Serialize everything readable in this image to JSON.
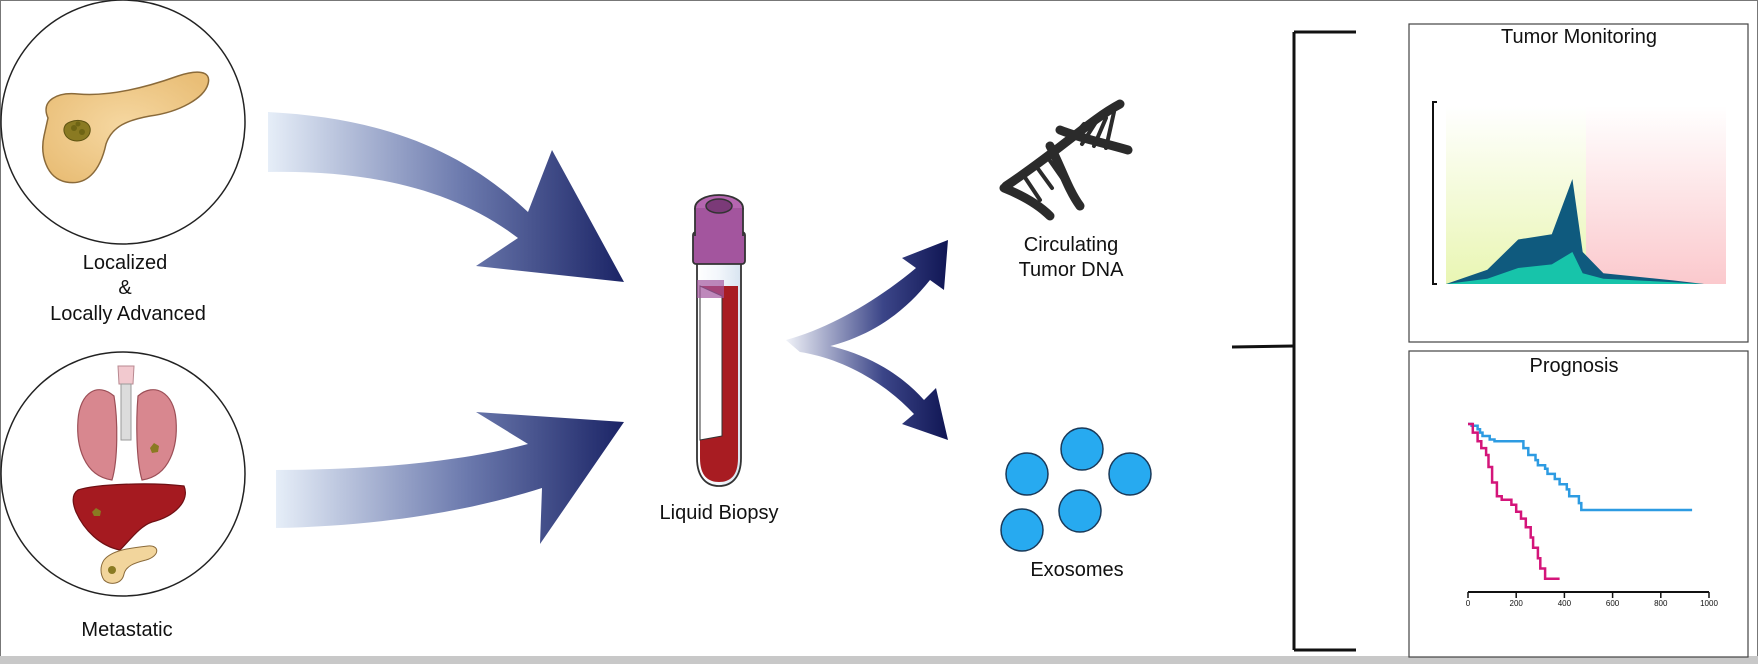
{
  "labels": {
    "localized_line1": "Localized",
    "localized_line2": "&",
    "localized_line3": "Locally Advanced",
    "metastatic": "Metastatic",
    "liquid_biopsy": "Liquid Biopsy",
    "ctdna_line1": "Circulating",
    "ctdna_line2": "Tumor DNA",
    "exosomes": "Exosomes"
  },
  "colors": {
    "arrow_dark": "#1b2466",
    "arrow_light": "#e6eef8",
    "tube_cap": "#a3559e",
    "blood": "#a81c22",
    "exosome": "#27aaf0",
    "monitoring_teal_dark": "#0f5a7e",
    "monitoring_teal_light": "#17c4aa",
    "monitoring_bg_left": "#eef7c4",
    "monitoring_bg_right": "#fcd6d8",
    "km_blue": "#2d9be2",
    "km_magenta": "#d4157a"
  },
  "tumor_monitoring": {
    "title": "Tumor Monitoring",
    "chart_data": {
      "type": "area",
      "title": "Tumor Monitoring",
      "x": [
        0,
        0.16,
        0.28,
        0.41,
        0.49,
        0.53,
        0.61,
        0.88,
        1.0
      ],
      "series": [
        {
          "values": [
            0,
            0.08,
            0.25,
            0.28,
            0.59,
            0.18,
            0.06,
            0.02,
            0
          ]
        },
        {
          "values": [
            0,
            0.03,
            0.09,
            0.11,
            0.18,
            0.06,
            0.03,
            0.01,
            0
          ]
        }
      ],
      "ylim": [
        0,
        1
      ],
      "grid": false
    }
  },
  "prognosis": {
    "title": "Prognosis",
    "chart_data": {
      "type": "line",
      "title": "Prognosis",
      "xticks": [
        "0",
        "200",
        "400",
        "600",
        "800",
        "1000"
      ],
      "xlim": [
        0,
        1000
      ],
      "ylim": [
        0,
        1
      ],
      "series": [
        {
          "step": true,
          "x": [
            0,
            15,
            40,
            50,
            60,
            90,
            110,
            130,
            230,
            250,
            280,
            290,
            320,
            330,
            360,
            380,
            410,
            420,
            460,
            470,
            930
          ],
          "values": [
            1.0,
            0.99,
            0.97,
            0.95,
            0.93,
            0.91,
            0.9,
            0.9,
            0.86,
            0.82,
            0.79,
            0.76,
            0.74,
            0.71,
            0.68,
            0.65,
            0.62,
            0.58,
            0.54,
            0.5,
            0.5
          ]
        },
        {
          "step": true,
          "x": [
            0,
            20,
            40,
            55,
            75,
            85,
            100,
            120,
            140,
            180,
            200,
            220,
            240,
            260,
            270,
            290,
            300,
            320,
            380
          ],
          "values": [
            1.0,
            0.95,
            0.9,
            0.86,
            0.82,
            0.75,
            0.66,
            0.58,
            0.56,
            0.53,
            0.49,
            0.45,
            0.4,
            0.34,
            0.28,
            0.22,
            0.16,
            0.1,
            0.1
          ]
        }
      ]
    }
  }
}
